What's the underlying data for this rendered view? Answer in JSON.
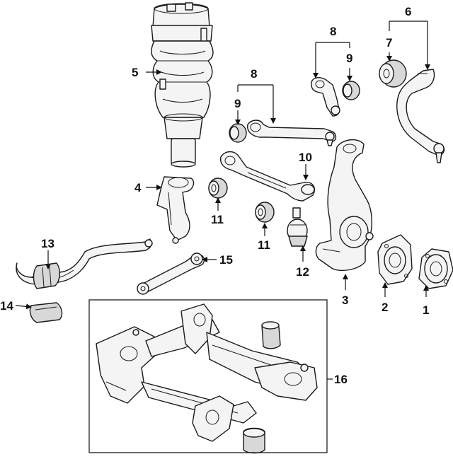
{
  "callouts": {
    "c1": "1",
    "c2": "2",
    "c3": "3",
    "c4": "4",
    "c5": "5",
    "c6": "6",
    "c7": "7",
    "c8_right": "8",
    "c9_right": "9",
    "c8_left": "8",
    "c9_left": "9",
    "c10": "10",
    "c11_upper": "11",
    "c11_lower": "11",
    "c12": "12",
    "c13": "13",
    "c14": "14",
    "c15": "15",
    "c16": "16"
  }
}
